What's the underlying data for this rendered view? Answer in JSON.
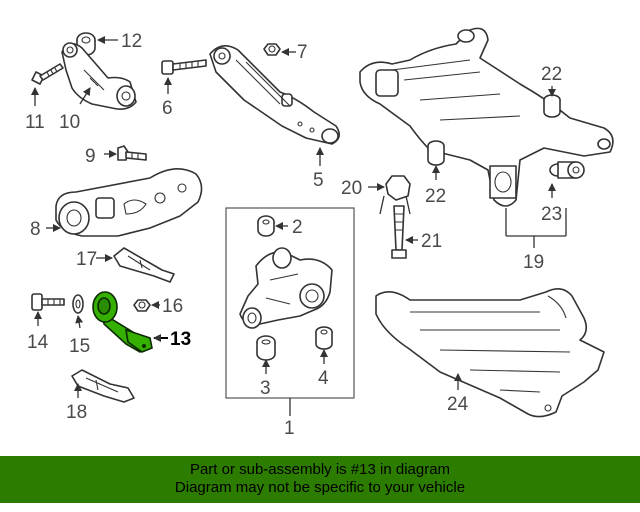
{
  "callouts": [
    "1",
    "2",
    "3",
    "4",
    "5",
    "6",
    "7",
    "8",
    "9",
    "10",
    "11",
    "12",
    "13",
    "14",
    "15",
    "16",
    "17",
    "18",
    "19",
    "20",
    "21",
    "22",
    "22",
    "23",
    "24"
  ],
  "highlight": {
    "part_number": "13",
    "color": "#35b000"
  },
  "banner": {
    "line1": "Part or sub-assembly is #13 in diagram",
    "line2": "Diagram may not be specific to your vehicle",
    "color": "#2c7c00"
  }
}
